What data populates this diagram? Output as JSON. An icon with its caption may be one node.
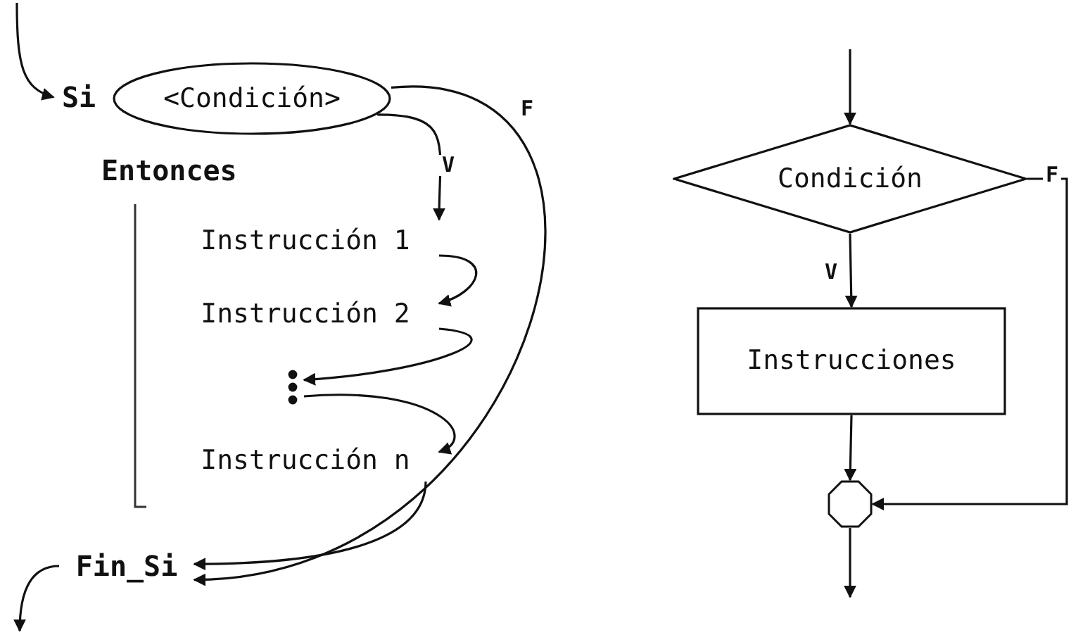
{
  "diagram": {
    "nodes": [
      {
        "text": [
          "Si"
        ]
      },
      {
        "text": [
          "<Condición>"
        ]
      },
      {
        "text": [
          "Instrucción 1"
        ]
      },
      {
        "text": [
          "Instrucción 2"
        ]
      },
      {
        "text": [],
        "shape": "dots"
      },
      {
        "text": [
          "Instrucción n"
        ]
      },
      {
        "text": [
          "Fin_Si"
        ]
      },
      {
        "text": [
          "Condición"
        ]
      },
      {
        "text": [
          "Instrucciones"
        ]
      },
      {
        "text": [],
        "shape": "circle"
      }
    ],
    "edges": [
      {
        "from": null,
        "to": 0,
        "arrow": "to"
      },
      {
        "from": 1,
        "to": 2,
        "arrow": "to",
        "label": "V"
      },
      {
        "from": 2,
        "to": 3,
        "arrow": "to"
      },
      {
        "from": 3,
        "to": 4,
        "arrow": "to"
      },
      {
        "from": 4,
        "to": 5,
        "arrow": "to"
      },
      {
        "from": 5,
        "to": 6,
        "arrow": "to"
      },
      {
        "from": 1,
        "to": 6,
        "arrow": "to",
        "label": "F"
      },
      {
        "from": 6,
        "to": null,
        "arrow": "to"
      },
      {
        "from": null,
        "to": 7,
        "arrow": "to"
      },
      {
        "from": 7,
        "to": 8,
        "arrow": "to",
        "label": "V"
      },
      {
        "from": 8,
        "to": 9,
        "arrow": "to"
      },
      {
        "from": 7,
        "to": 9,
        "arrow": "to",
        "label": "F"
      },
      {
        "from": 9,
        "to": null,
        "arrow": "to"
      }
    ],
    "labels": [
      "Entonces"
    ]
  }
}
